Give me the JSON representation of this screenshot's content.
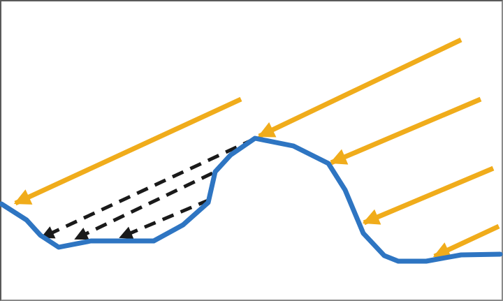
{
  "diagram": {
    "kind": "terrain-shadowing",
    "colors": {
      "terrain": "#2e75c2",
      "sun_ray": "#f0ac1b",
      "blocked_ray": "#1a1a1a",
      "background": "#ffffff",
      "border": "#5a5a5a"
    },
    "elements": {
      "terrain_profile": "terrain-line",
      "incident_rays": 6,
      "shadowed_rays": 3
    }
  }
}
